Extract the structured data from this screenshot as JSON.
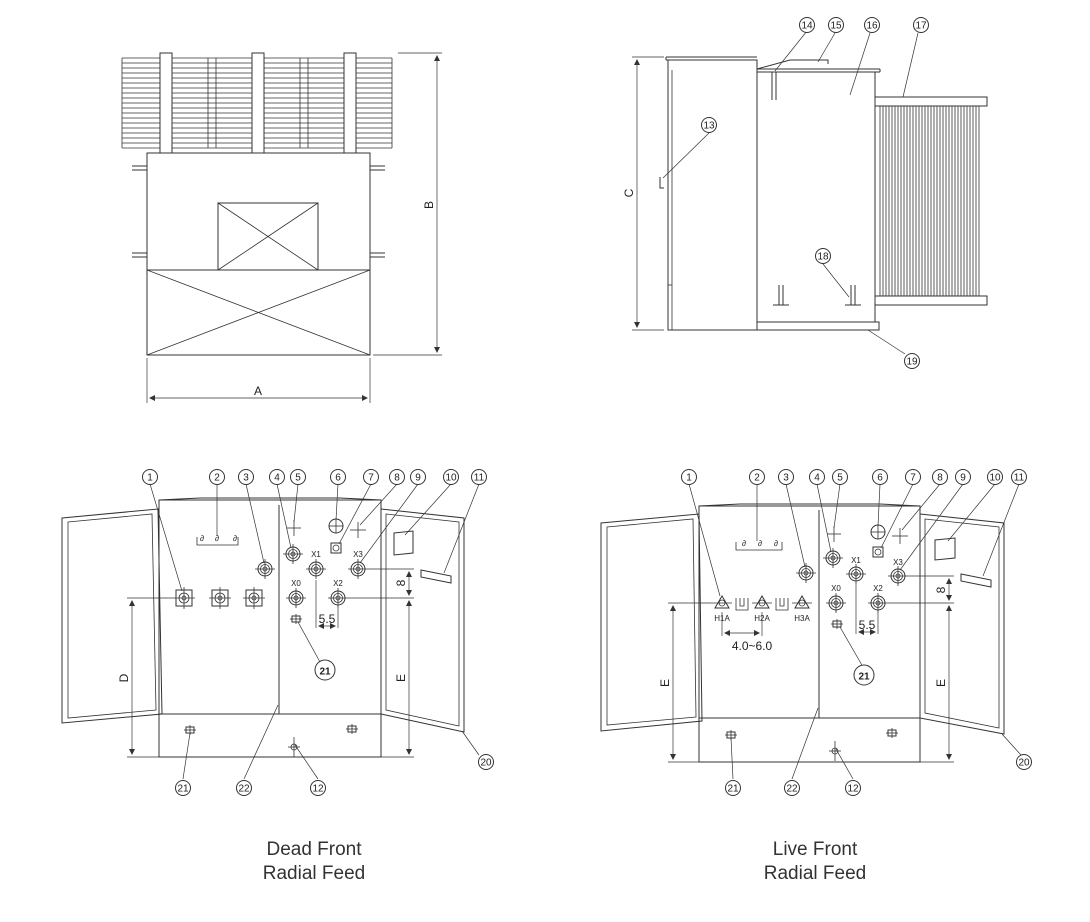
{
  "captions": {
    "dead_front": [
      "Dead Front",
      "Radial Feed"
    ],
    "live_front": [
      "Live Front",
      "Radial Feed"
    ]
  },
  "dimensions": {
    "top_width": "A",
    "top_height": "B",
    "side_height": "C",
    "dead_bushing_height": "D",
    "dead_lv_height": "E",
    "live_hv_height": "E",
    "live_lv_height": "E",
    "dead_spacing_v": "8",
    "dead_spacing_h": "5.5",
    "live_spacing_v": "8",
    "live_spacing_h": "5.5",
    "live_hv_range": "4.0~6.0"
  },
  "terminals": {
    "x0": "X0",
    "x1": "X1",
    "x2": "X2",
    "x3": "X3",
    "h1a": "H1A",
    "h2a": "H2A",
    "h3a": "H3A"
  },
  "callouts": {
    "c1": "1",
    "c2": "2",
    "c3": "3",
    "c4": "4",
    "c5": "5",
    "c6": "6",
    "c7": "7",
    "c8": "8",
    "c9": "9",
    "c10": "10",
    "c11": "11",
    "c12": "12",
    "c13": "13",
    "c14": "14",
    "c15": "15",
    "c16": "16",
    "c17": "17",
    "c18": "18",
    "c19": "19",
    "c20": "20",
    "c21": "21",
    "c22": "22"
  }
}
